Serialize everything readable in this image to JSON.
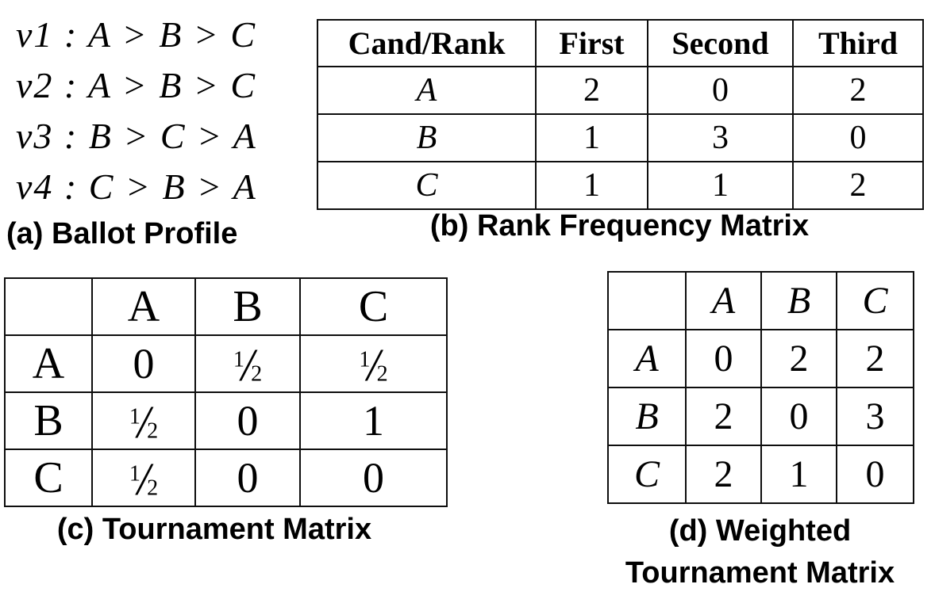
{
  "panel_a": {
    "ballots": [
      "v1 : A > B > C",
      "v2 : A > B > C",
      "v3 : B > C > A",
      "v4 : C > B > A"
    ],
    "caption": "(a) Ballot Profile"
  },
  "panel_b": {
    "caption": "(b) Rank Frequency Matrix",
    "header": [
      "Cand/Rank",
      "First",
      "Second",
      "Third"
    ],
    "rows": [
      {
        "label": "A",
        "cells": [
          "2",
          "0",
          "2"
        ]
      },
      {
        "label": "B",
        "cells": [
          "1",
          "3",
          "0"
        ]
      },
      {
        "label": "C",
        "cells": [
          "1",
          "1",
          "2"
        ]
      }
    ]
  },
  "panel_c": {
    "caption": "(c) Tournament Matrix",
    "header": [
      "",
      "A",
      "B",
      "C"
    ],
    "rows": [
      {
        "label": "A",
        "cells": [
          "0",
          "1/2",
          "1/2"
        ]
      },
      {
        "label": "B",
        "cells": [
          "1/2",
          "0",
          "1"
        ]
      },
      {
        "label": "C",
        "cells": [
          "1/2",
          "0",
          "0"
        ]
      }
    ]
  },
  "panel_d": {
    "caption_line1": "(d) Weighted",
    "caption_line2": "Tournament Matrix",
    "header": [
      "",
      "A",
      "B",
      "C"
    ],
    "rows": [
      {
        "label": "A",
        "cells": [
          "0",
          "2",
          "2"
        ]
      },
      {
        "label": "B",
        "cells": [
          "2",
          "0",
          "3"
        ]
      },
      {
        "label": "C",
        "cells": [
          "2",
          "1",
          "0"
        ]
      }
    ]
  }
}
